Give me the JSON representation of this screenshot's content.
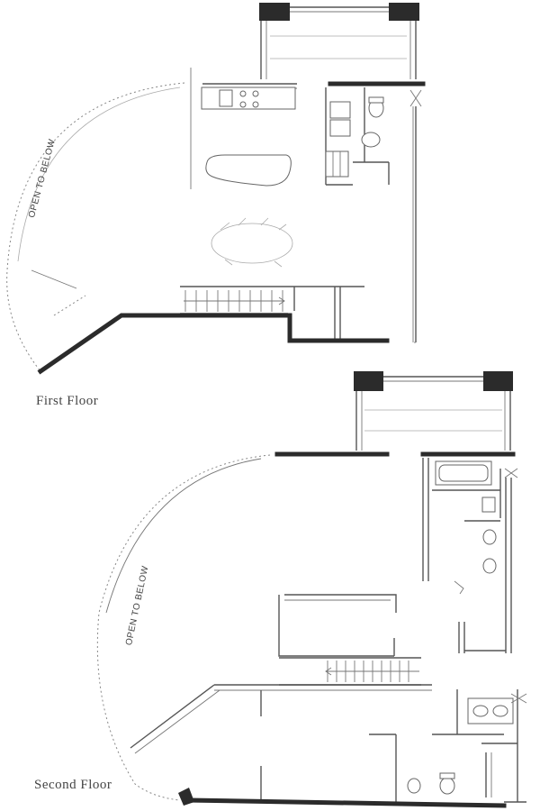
{
  "floors": {
    "first": {
      "label": "First Floor",
      "open_label": "OPEN TO BELOW"
    },
    "second": {
      "label": "Second Floor",
      "open_label": "OPEN TO BELOW"
    }
  },
  "watermark": {
    "text": ""
  }
}
